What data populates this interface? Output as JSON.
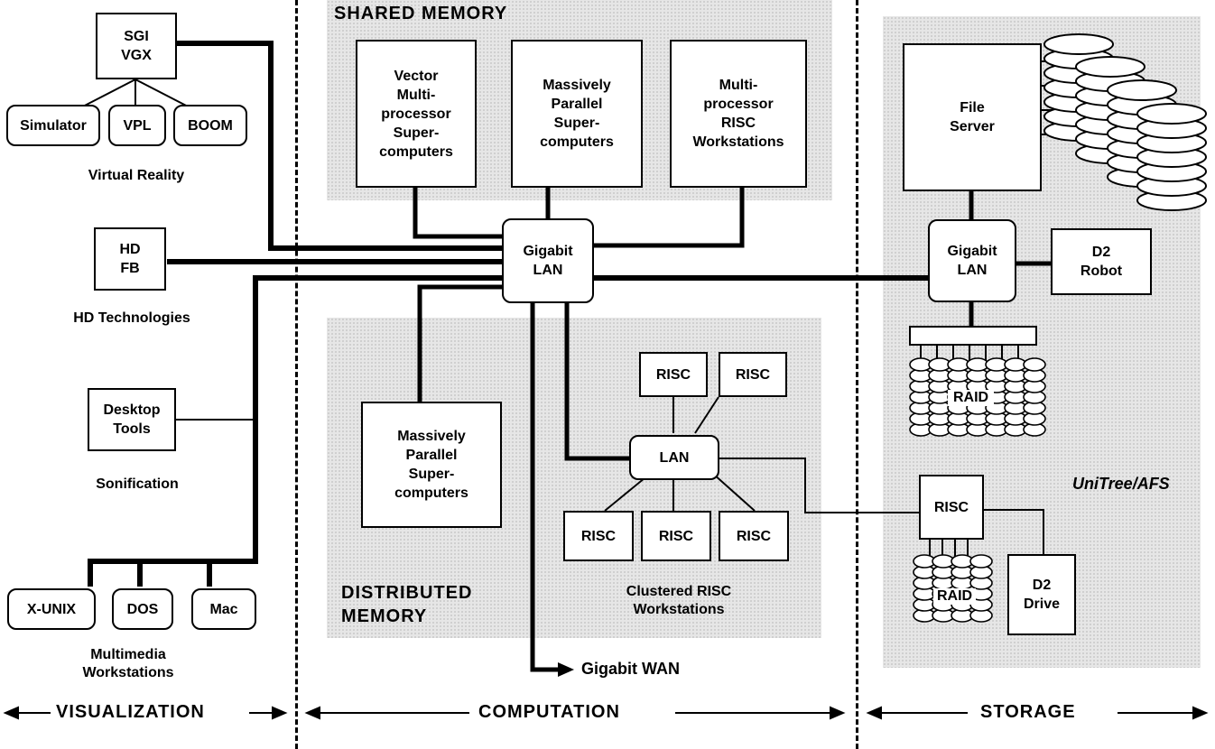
{
  "sections": {
    "shared_memory": "SHARED MEMORY",
    "distributed_memory": "DISTRIBUTED\nMEMORY",
    "unitree": "UniTree/AFS"
  },
  "visualization": {
    "sgi": "SGI\nVGX",
    "simulator": "Simulator",
    "vpl": "VPL",
    "boom": "BOOM",
    "virtual_reality": "Virtual Reality",
    "hdfb": "HD\nFB",
    "hd_tech": "HD Technologies",
    "desktop_tools": "Desktop\nTools",
    "sonification": "Sonification",
    "xunix": "X-UNIX",
    "dos": "DOS",
    "mac": "Mac",
    "multimedia": "Multimedia\nWorkstations"
  },
  "computation": {
    "vector": "Vector\nMulti-\nprocessor\nSuper-\ncomputers",
    "mpp_shared": "Massively\nParallel\nSuper-\ncomputers",
    "mp_risc": "Multi-\nprocessor\nRISC\nWorkstations",
    "gigabit_lan": "Gigabit\nLAN",
    "mpp_dist": "Massively\nParallel\nSuper-\ncomputers",
    "lan": "LAN",
    "risc": "RISC",
    "clustered": "Clustered RISC\nWorkstations",
    "gigabit_wan": "Gigabit WAN"
  },
  "storage": {
    "file_server": "File\nServer",
    "gigabit_lan": "Gigabit\nLAN",
    "d2_robot": "D2\nRobot",
    "raid": "RAID",
    "risc": "RISC",
    "d2_drive": "D2\nDrive"
  },
  "footer": {
    "visualization": "VISUALIZATION",
    "computation": "COMPUTATION",
    "storage": "STORAGE"
  }
}
